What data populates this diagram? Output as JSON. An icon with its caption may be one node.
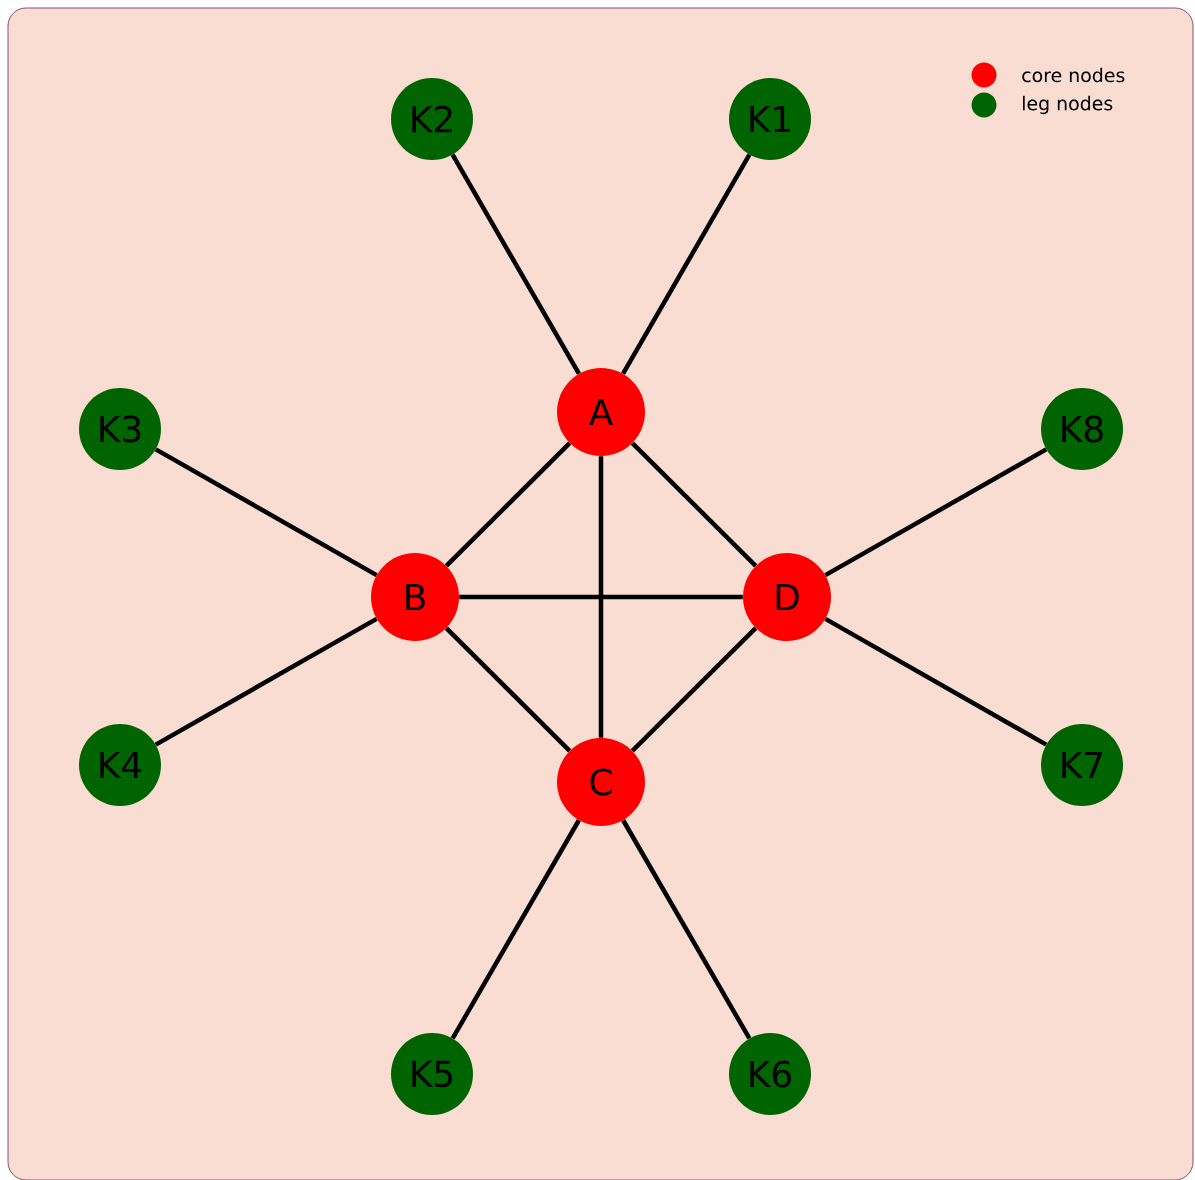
{
  "diagram": {
    "nodes": [
      {
        "text": [
          "A"
        ]
      },
      {
        "text": [
          "B"
        ]
      },
      {
        "text": [
          "C"
        ]
      },
      {
        "text": [
          "D"
        ]
      },
      {
        "text": [
          "K1"
        ]
      },
      {
        "text": [
          "K2"
        ]
      },
      {
        "text": [
          "K3"
        ]
      },
      {
        "text": [
          "K4"
        ]
      },
      {
        "text": [
          "K5"
        ]
      },
      {
        "text": [
          "K6"
        ]
      },
      {
        "text": [
          "K7"
        ]
      },
      {
        "text": [
          "K8"
        ]
      }
    ],
    "edges": [
      {
        "from": 0,
        "to": 4,
        "arrow": "none"
      },
      {
        "from": 0,
        "to": 5,
        "arrow": "none"
      },
      {
        "from": 1,
        "to": 6,
        "arrow": "none"
      },
      {
        "from": 1,
        "to": 7,
        "arrow": "none"
      },
      {
        "from": 2,
        "to": 8,
        "arrow": "none"
      },
      {
        "from": 2,
        "to": 9,
        "arrow": "none"
      },
      {
        "from": 3,
        "to": 10,
        "arrow": "none"
      },
      {
        "from": 3,
        "to": 11,
        "arrow": "none"
      },
      {
        "from": 0,
        "to": 1,
        "arrow": "none"
      },
      {
        "from": 0,
        "to": 2,
        "arrow": "none"
      },
      {
        "from": 0,
        "to": 3,
        "arrow": "none"
      },
      {
        "from": 1,
        "to": 2,
        "arrow": "none"
      },
      {
        "from": 1,
        "to": 3,
        "arrow": "none"
      },
      {
        "from": 2,
        "to": 3,
        "arrow": "none"
      }
    ],
    "legend": [
      {
        "text": "core nodes",
        "color": "#ff0000"
      },
      {
        "text": "leg nodes",
        "color": "#006400"
      }
    ]
  }
}
